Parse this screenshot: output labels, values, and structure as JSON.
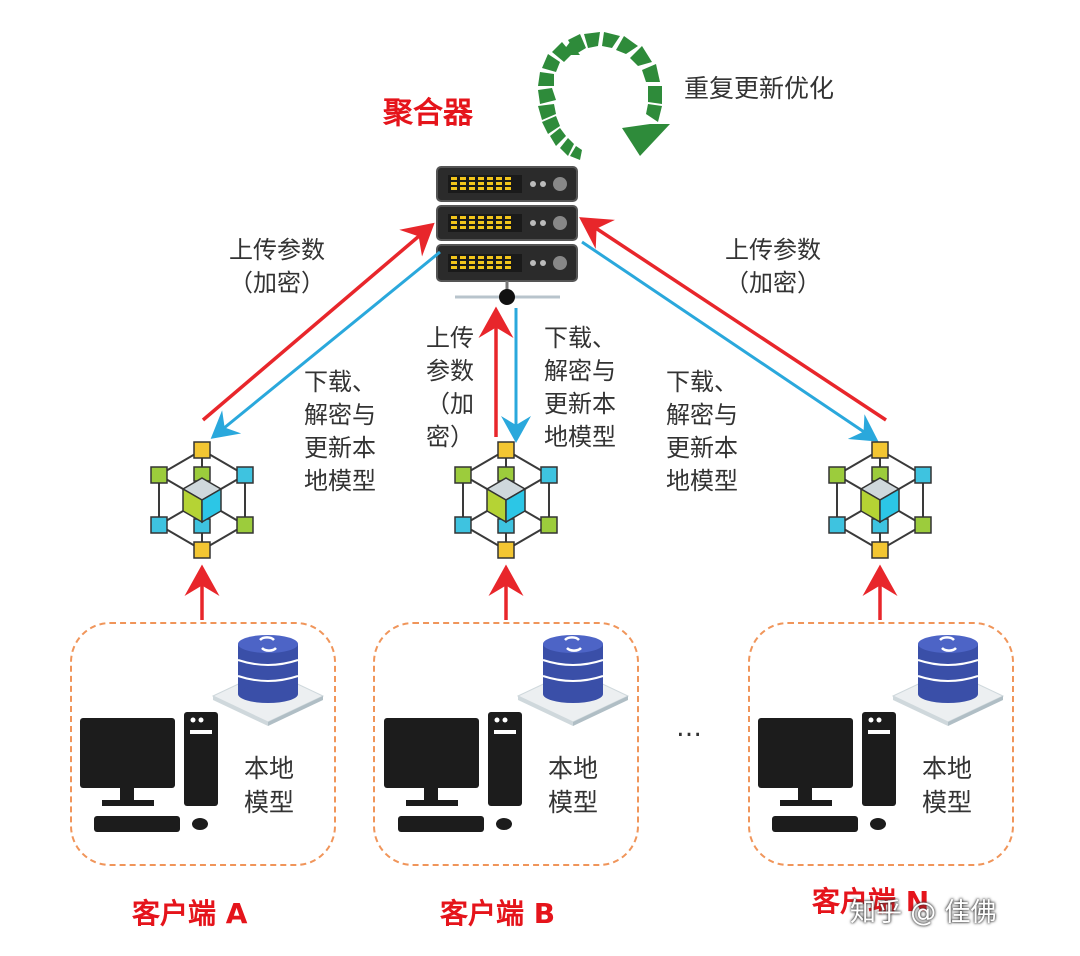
{
  "aggregator": {
    "title": "聚合器",
    "cycle_label": "重复更新优化"
  },
  "arrows": {
    "upload_label": "上传参数\n（加密）",
    "upload_label_narrow": "上传\n参数\n（加\n密）",
    "download_label": "下载、\n解密与\n更新本\n地模型"
  },
  "clients": [
    {
      "name": "客户端 A",
      "model_label": "本地\n模型"
    },
    {
      "name": "客户端 B",
      "model_label": "本地\n模型"
    },
    {
      "name": "客户端 N",
      "model_label": "本地\n模型"
    }
  ],
  "ellipsis": "…",
  "watermark": "知乎 @ 佳佛",
  "colors": {
    "upload": "#e8262b",
    "download": "#2aa8dc",
    "title_red": "#e5141b",
    "cycle_green": "#2e8b3a",
    "box_border": "#f0955a",
    "db_blue": "#3a4fa8"
  }
}
